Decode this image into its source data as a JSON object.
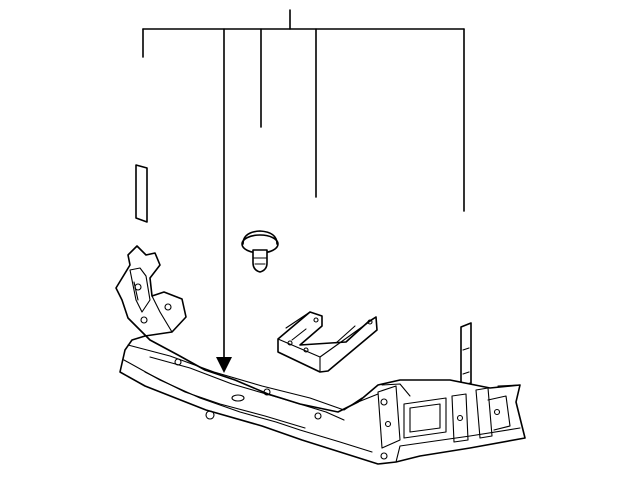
{
  "diagram": {
    "callout_count": 5,
    "parts": [
      {
        "name": "radiator-support-bracket-left",
        "shape": "strip"
      },
      {
        "name": "radiator-support-assembly",
        "shape": "beam"
      },
      {
        "name": "push-pin-retainer",
        "shape": "clip"
      },
      {
        "name": "mounting-bracket",
        "shape": "bracket"
      },
      {
        "name": "radiator-support-bracket-right",
        "shape": "strip"
      }
    ],
    "colors": {
      "line": "#000000",
      "background": "#ffffff"
    }
  }
}
